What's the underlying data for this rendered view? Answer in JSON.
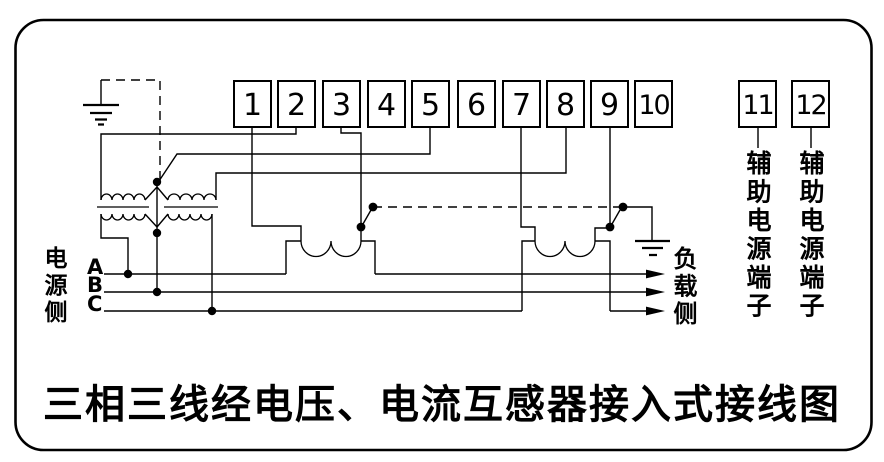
{
  "diagram": {
    "title": "三相三线经电压、电流互感器接入式接线图",
    "source_side_label": "电源侧",
    "load_side_label": "负载侧",
    "phases": [
      "A",
      "B",
      "C"
    ],
    "terminals": [
      "1",
      "2",
      "3",
      "4",
      "5",
      "6",
      "7",
      "8",
      "9",
      "10"
    ],
    "aux_terminals": [
      {
        "number": "11",
        "label": "辅助电源端子"
      },
      {
        "number": "12",
        "label": "辅助电源端子"
      }
    ],
    "colors": {
      "line": "#000000",
      "background": "#ffffff"
    }
  }
}
